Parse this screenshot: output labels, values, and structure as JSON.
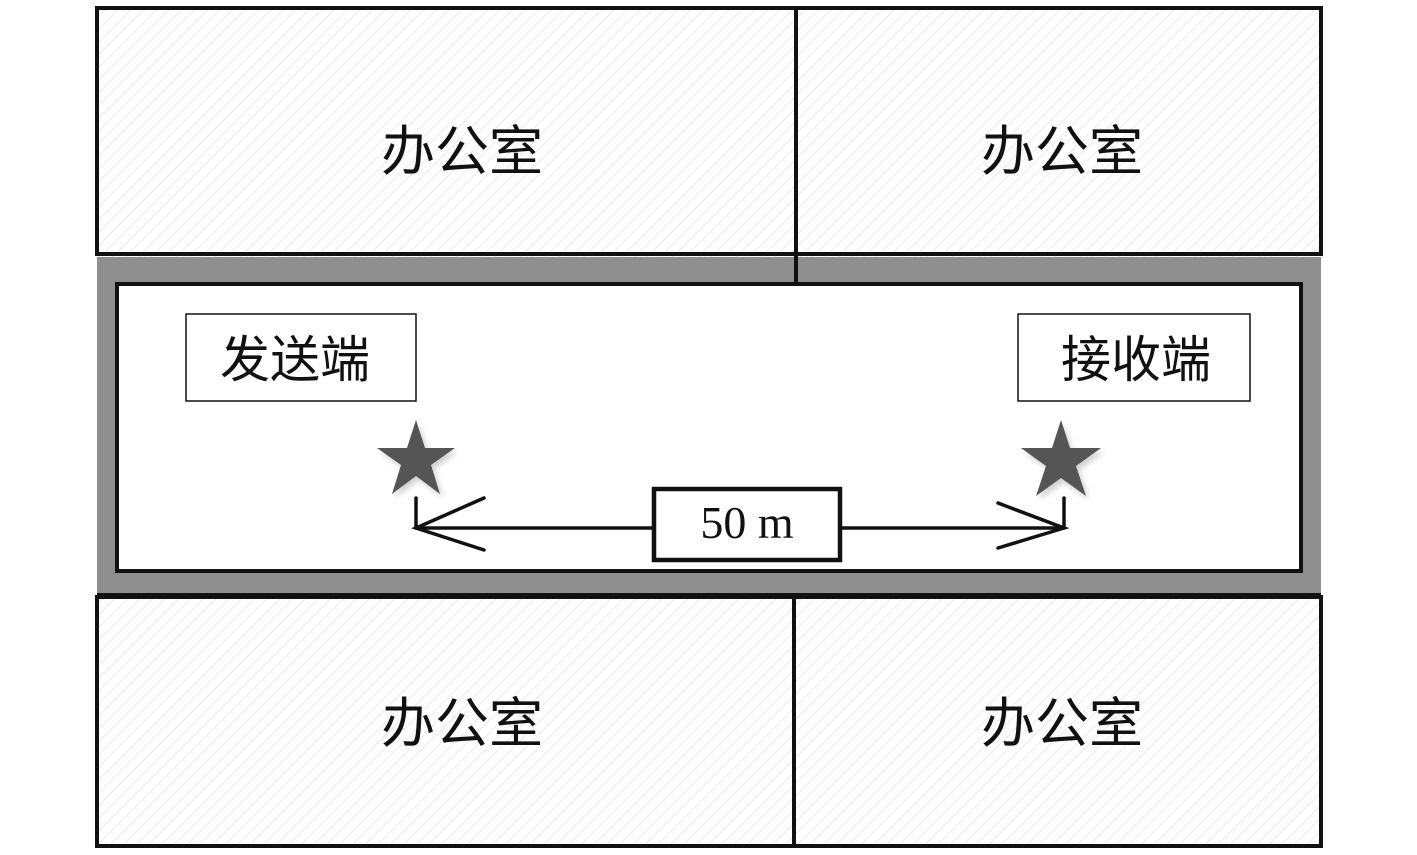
{
  "floor_plan": {
    "rooms": [
      {
        "label": "办公室"
      },
      {
        "label": "办公室"
      },
      {
        "label": "办公室"
      },
      {
        "label": "办公室"
      }
    ],
    "transmitter": {
      "label": "发送端",
      "icon": "star-icon"
    },
    "receiver": {
      "label": "接收端",
      "icon": "star-icon"
    },
    "distance": {
      "label": "50 m"
    }
  },
  "colors": {
    "wall": "#8f8f8f",
    "outline": "#111111",
    "star": "#555555",
    "hatch": "#e4e4e4",
    "background": "#ffffff"
  }
}
